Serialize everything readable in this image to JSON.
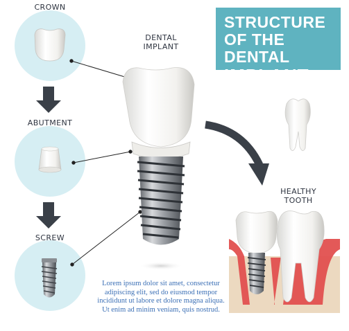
{
  "title": {
    "line1": "STRUCTURE",
    "line2": "OF THE DENTAL",
    "line3": "IMPLANT"
  },
  "labels": {
    "crown": "CROWN",
    "abutment": "ABUTMENT",
    "screw": "SCREW",
    "dental_implant_line1": "DENTAL",
    "dental_implant_line2": "IMPLANT",
    "healthy_tooth_line1": "HEALTHY",
    "healthy_tooth_line2": "TOOTH"
  },
  "caption": "Lorem ipsum dolor sit amet, consectetur adipiscing elit, sed do eiusmod tempor incididunt ut labore et dolore magna aliqua. Ut enim ad minim veniam, quis nostrud.",
  "colors": {
    "title_bg": "#5fb3c0",
    "circle_bg": "#d6eef3",
    "arrow": "#3a4048",
    "gum": "#e2504f",
    "bone": "#ecd9c0",
    "caption_text": "#3b6fb5"
  },
  "icons": [
    "crown-icon",
    "abutment-icon",
    "screw-icon",
    "down-arrow-icon",
    "curved-arrow-icon",
    "tooth-icon",
    "implant-icon"
  ]
}
